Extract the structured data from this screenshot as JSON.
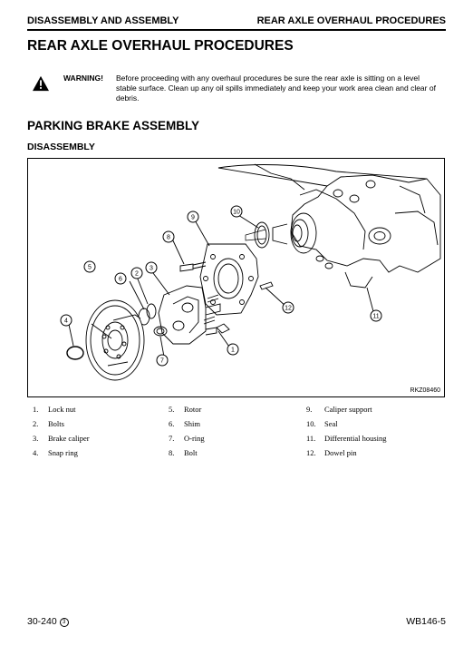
{
  "header": {
    "left": "DISASSEMBLY AND ASSEMBLY",
    "right": "REAR AXLE OVERHAUL PROCEDURES"
  },
  "title": "REAR AXLE OVERHAUL PROCEDURES",
  "warning": {
    "label": "WARNING!",
    "text": "Before proceeding with any overhaul procedures be sure the rear axle is sitting on a level stable surface. Clean up any oil spills immediately and keep your work area clean and clear of debris."
  },
  "section": "PARKING BRAKE ASSEMBLY",
  "subsection": "DISASSEMBLY",
  "figure": {
    "code": "RKZ08460",
    "callouts": [
      "1",
      "2",
      "3",
      "4",
      "5",
      "6",
      "7",
      "8",
      "9",
      "10",
      "11",
      "12"
    ]
  },
  "parts": [
    {
      "num": "1.",
      "name": "Lock nut"
    },
    {
      "num": "2.",
      "name": "Bolts"
    },
    {
      "num": "3.",
      "name": "Brake caliper"
    },
    {
      "num": "4.",
      "name": "Snap ring"
    },
    {
      "num": "5.",
      "name": "Rotor"
    },
    {
      "num": "6.",
      "name": "Shim"
    },
    {
      "num": "7.",
      "name": "O-ring"
    },
    {
      "num": "8.",
      "name": "Bolt"
    },
    {
      "num": "9.",
      "name": "Caliper support"
    },
    {
      "num": "10.",
      "name": "Seal"
    },
    {
      "num": "11.",
      "name": "Differential housing"
    },
    {
      "num": "12.",
      "name": "Dowel pin"
    }
  ],
  "footer": {
    "page": "30-240",
    "rev": "3",
    "model": "WB146-5"
  }
}
